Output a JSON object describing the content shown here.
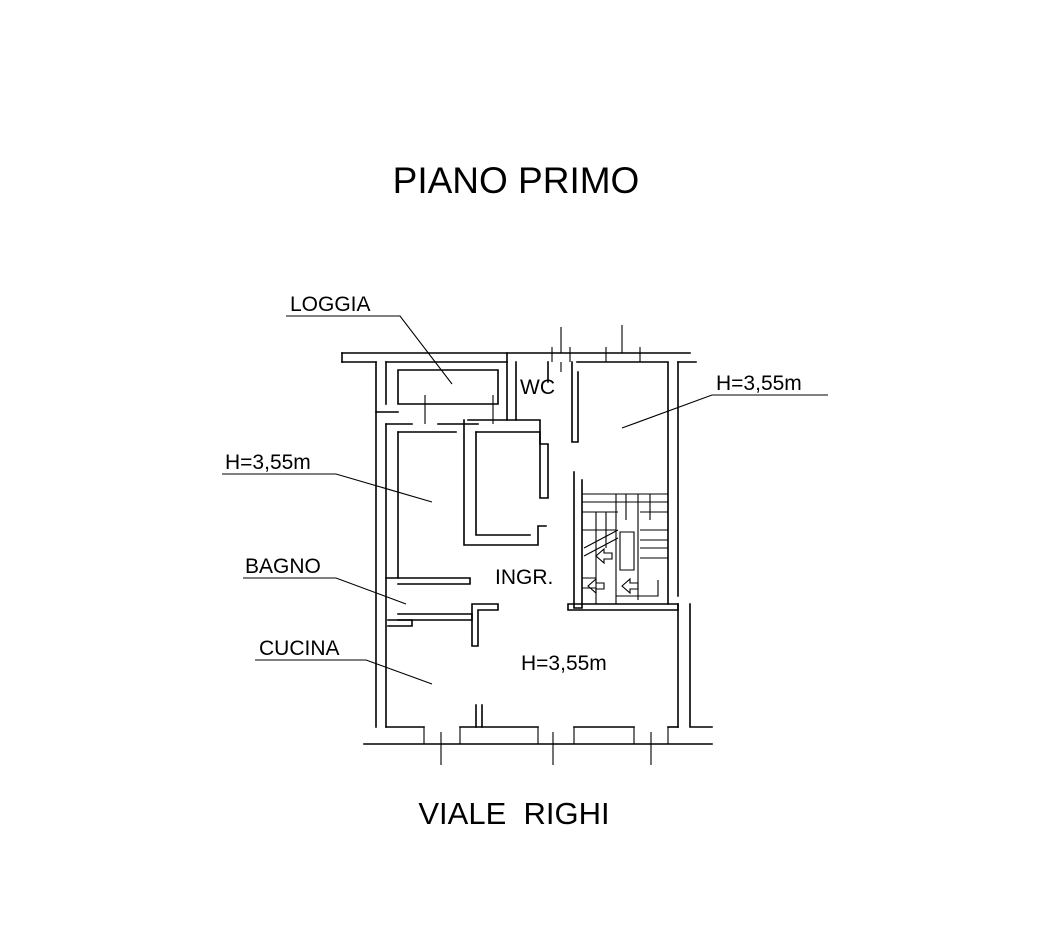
{
  "plan": {
    "title": "PIANO PRIMO",
    "street": "VIALE  RIGHI",
    "labels": {
      "loggia": "LOGGIA",
      "wc": "WC",
      "height_right": "H=3,55m",
      "height_left": "H=3,55m",
      "bagno": "BAGNO",
      "ingresso": "INGR.",
      "cucina": "CUCINA",
      "height_bottom": "H=3,55m"
    }
  }
}
